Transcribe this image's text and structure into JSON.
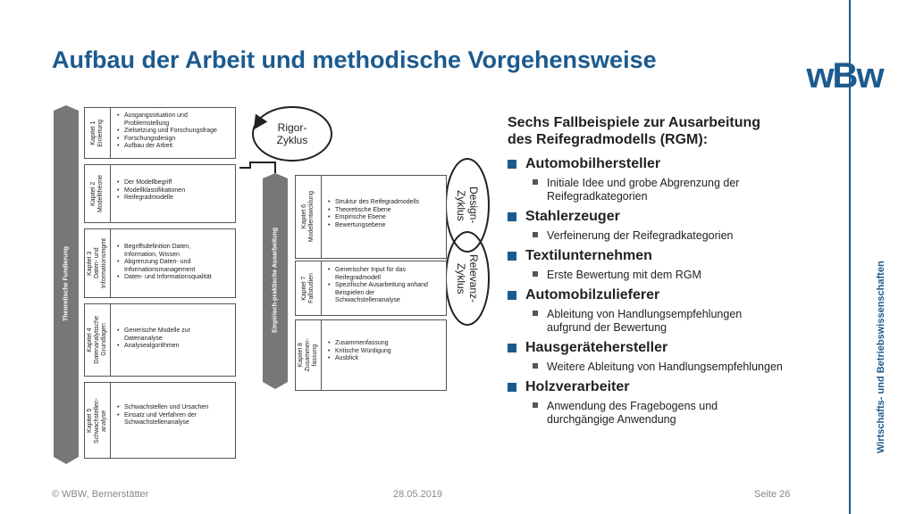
{
  "title": "Aufbau der Arbeit und methodische Vorgehensweise",
  "logo_text": "wBw",
  "sidebar_text": "Wirtschafts- und Betriebswissenschaften",
  "footer": {
    "copyright": "© WBW, Bernerstätter",
    "date": "28.05.2019",
    "page": "Seite 26"
  },
  "colors": {
    "accent": "#1c5a8e",
    "bar": "#777777"
  },
  "diagram": {
    "left_bar": "Theoretische Fundierung",
    "right_bar": "Empirisch-praktische Ausarbeitung",
    "cycles": {
      "rigor": "Rigor-\nZyklus",
      "design": "Design-\nZyklus",
      "relevanz": "Relevanz-\nZyklus"
    },
    "left_chapters": [
      {
        "label": "Kapitel 1\nEinleitung",
        "items": [
          "Ausgangssituation und\nProblemstellung",
          "Zielsetzung und Forschungsfrage",
          "Forschungsdesign",
          "Aufbau der Arbeit"
        ]
      },
      {
        "label": "Kapitel 2\nModelltheorie",
        "items": [
          "Der Modellbegriff",
          "Modellklassifikationen",
          "Reifegradmodelle"
        ]
      },
      {
        "label": "Kapitel 3\nDaten- und\nInformationsmgmt",
        "items": [
          "Begriffsdefinition Daten,\nInformation, Wissen",
          "Abgrenzung Daten- und\nInformationsmanagement",
          "Daten- und Informationsqualität"
        ]
      },
      {
        "label": "Kapitel 4\nDatenanalytische\nGrundlagen",
        "items": [
          "Generische Modelle zur\nDatenanalyse",
          "Analysealgorithmen"
        ]
      },
      {
        "label": "Kapitel 5\nSchwachstellen-\nanalyse",
        "items": [
          "Schwachstellen und Ursachen",
          "Einsatz und Verfahren der\nSchwachstellenanalyse"
        ]
      }
    ],
    "right_chapters": [
      {
        "label": "Kapitel 6\nModellentwicklung",
        "items": [
          "Struktur des Reifegradmodells",
          "Theoretische Ebene",
          "Empirische Ebene",
          "Bewertungsebene"
        ]
      },
      {
        "label": "Kapitel 7\nFallstudien",
        "items": [
          "Generischer Input für das\nReifegradmodell",
          "Spezifische Ausarbeitung anhand\nBeispielen der\nSchwachstellenanalyse"
        ]
      },
      {
        "label": "Kapitel 8\nZusammen-\nfassung",
        "items": [
          "Zusammenfassung",
          "Kritische Würdigung",
          "Ausblick"
        ]
      }
    ]
  },
  "content": {
    "heading": "Sechs Fallbeispiele zur Ausarbeitung\ndes Reifegradmodells (RGM):",
    "items": [
      {
        "label": "Automobilhersteller",
        "sub": "Initiale Idee und grobe Abgrenzung der\nReifegradkategorien"
      },
      {
        "label": "Stahlerzeuger",
        "sub": "Verfeinerung der Reifegradkategorien"
      },
      {
        "label": "Textilunternehmen",
        "sub": "Erste Bewertung mit dem RGM"
      },
      {
        "label": "Automobilzulieferer",
        "sub": "Ableitung von Handlungsempfehlungen\naufgrund der Bewertung"
      },
      {
        "label": "Hausgerätehersteller",
        "sub": "Weitere Ableitung von Handlungsempfehlungen"
      },
      {
        "label": "Holzverarbeiter",
        "sub": "Anwendung des Fragebogens und\ndurchgängige Anwendung"
      }
    ]
  }
}
